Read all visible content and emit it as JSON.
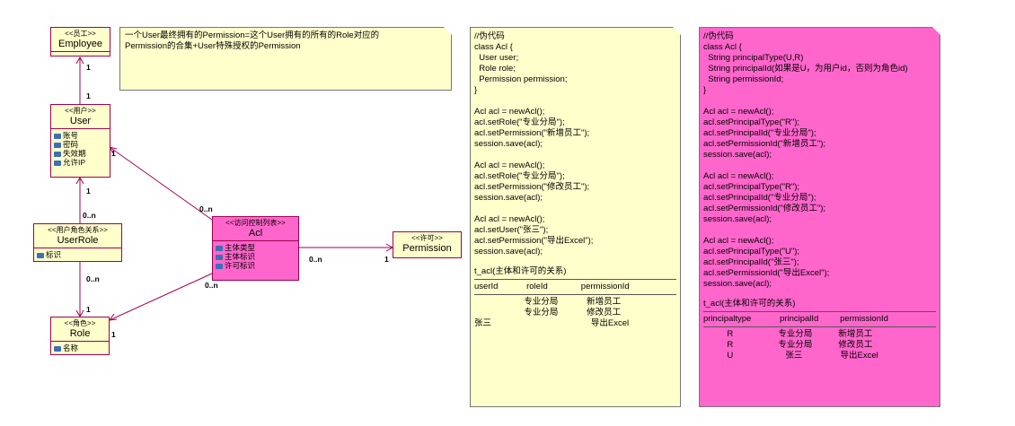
{
  "classes": {
    "employee": {
      "stereotype": "<<员工>>",
      "name": "Employee",
      "attrs": []
    },
    "user": {
      "stereotype": "<<用户>>",
      "name": "User",
      "attrs": [
        "账号",
        "密码",
        "失效期",
        "允许IP"
      ]
    },
    "userrole": {
      "stereotype": "<<用户角色关系>>",
      "name": "UserRole",
      "attrs": [
        "标识"
      ]
    },
    "role": {
      "stereotype": "<<角色>>",
      "name": "Role",
      "attrs": [
        "名称"
      ]
    },
    "acl": {
      "stereotype": "<<访问控制列表>>",
      "name": "Acl",
      "attrs": [
        "主体类型",
        "主体标识",
        "许可标识"
      ]
    },
    "permission": {
      "stereotype": "<<许可>>",
      "name": "Permission",
      "attrs": []
    }
  },
  "multiplicities": {
    "emp_top": "1",
    "emp_bottom": "1",
    "user_acl": "1",
    "acl_user": "0..n",
    "user_ur": "1",
    "ur_user": "0..n",
    "ur_role": "0..n",
    "role_ur": "1",
    "acl_role": "0..n",
    "role_acl": "1",
    "acl_perm": "0..n",
    "perm_acl": "1"
  },
  "note_top": {
    "line1": "一个User最终拥有的Permission=这个User拥有的所有的Role对应的",
    "line2": "Permission的合集+User特殊授权的Permission"
  },
  "note_yellow": {
    "code": "//伪代码\nclass Acl {\n  User user;\n  Role role;\n  Permission permission;\n}\n\nAcl acl = newAcl();\nacl.setRole(\"专业分局\");\nacl.setPermission(\"新增员工\");\nsession.save(acl);\n\nAcl acl = newAcl();\nacl.setRole(\"专业分局\");\nacl.setPermission(\"修改员工\");\nsession.save(acl);\n\nAcl acl = newAcl();\nacl.setUser(\"张三\");\nacl.setPermission(\"导出Excel\");\nsession.save(acl);",
    "table_title": "t_acl(主体和许可的关系)",
    "table_header": "userId            roleId              permissionId",
    "table_rows": "                     专业分局            新增员工\n                     专业分局            修改员工\n张三                                          导出Excel"
  },
  "note_pink": {
    "code": "//伪代码\nclass Acl {\n  String principalType(U,R)\n  String principalId(如果是U，为用户id，否则为角色id)\n  String permissionId;\n}\n\nAcl acl = newAcl();\nacl.setPrincipalType(\"R\");\nacl.setPrincipalId(\"专业分局\");\nacl.setPermissionId(\"新增员工\");\nsession.save(acl);\n\nAcl acl = newAcl();\nacl.setPrincipalType(\"R\");\nacl.setPrincipalId(\"专业分局\");\nacl.setPermissionId(\"修改员工\");\nsession.save(acl);\n\nAcl acl = newAcl();\nacl.setPrincipalType(\"U\");\nacl.setPrincipalId(\"张三\");\nacl.setPermissionId(\"导出Excel\");\nsession.save(acl);",
    "table_title": "t_acl(主体和许可的关系)",
    "table_header": "principaltype            principalId         permissionId",
    "table_rows": "          R                   专业分局           新增员工\n          R                   专业分局           修改员工\n          U                      张三                导出Excel"
  },
  "colors": {
    "class_border": "#a00052",
    "yellow": "#ffffcc",
    "pink": "#ff66cc",
    "edge": "#a00052"
  }
}
